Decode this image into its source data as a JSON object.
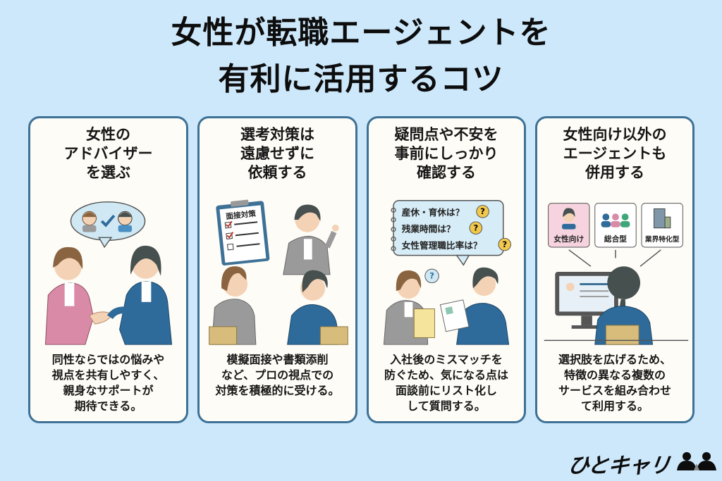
{
  "title": {
    "line1": "女性が転職エージェントを",
    "line2": "有利に活用するコツ"
  },
  "cards": [
    {
      "heading": [
        "女性の",
        "アドバイザー",
        "を選ぶ"
      ],
      "body": [
        "同性ならではの悩みや",
        "視点を共有しやすく、",
        "親身なサポートが",
        "期待できる。"
      ],
      "illustration": "two-women-handshake-with-speech-bubble-check-icon"
    },
    {
      "heading": [
        "選考対策は",
        "遠慮せずに",
        "依頼する"
      ],
      "body": [
        "模擬面接や書類添削",
        "など、プロの視点での",
        "対策を積極的に受ける。"
      ],
      "illustration": "advisor-with-clipboard-interview-prep",
      "clipboard": {
        "title": "面接対策"
      }
    },
    {
      "heading": [
        "疑問点や不安を",
        "事前にしっかり",
        "確認する"
      ],
      "body": [
        "入社後のミスマッチを",
        "防ぐため、気になる点は",
        "面談前にリスト化し",
        "して質問する。"
      ],
      "illustration": "women-discussing-with-question-list",
      "questions": [
        "産休・育休は？",
        "残業時間は？",
        "女性管理職比率は？"
      ]
    },
    {
      "heading": [
        "女性向け以外の",
        "エージェントも",
        "併用する"
      ],
      "body": [
        "選択肢を広げるため、",
        "特徴の異なる複数の",
        "サービスを組み合わせ",
        "て利用する。"
      ],
      "illustration": "woman-at-computer-choosing-agents",
      "agent_types": [
        "女性向け",
        "総合型",
        "業界特化型"
      ]
    }
  ],
  "logo": {
    "text": "ひとキャリ"
  },
  "colors": {
    "background": "#cde8fb",
    "card_border": "#3e7196",
    "card_bg": "#fdfcf6",
    "pink_suit": "#d98aa6",
    "blue_suit": "#2f6b9a",
    "gray_suit": "#9a9a9a",
    "question_badge": "#f2c94c"
  }
}
